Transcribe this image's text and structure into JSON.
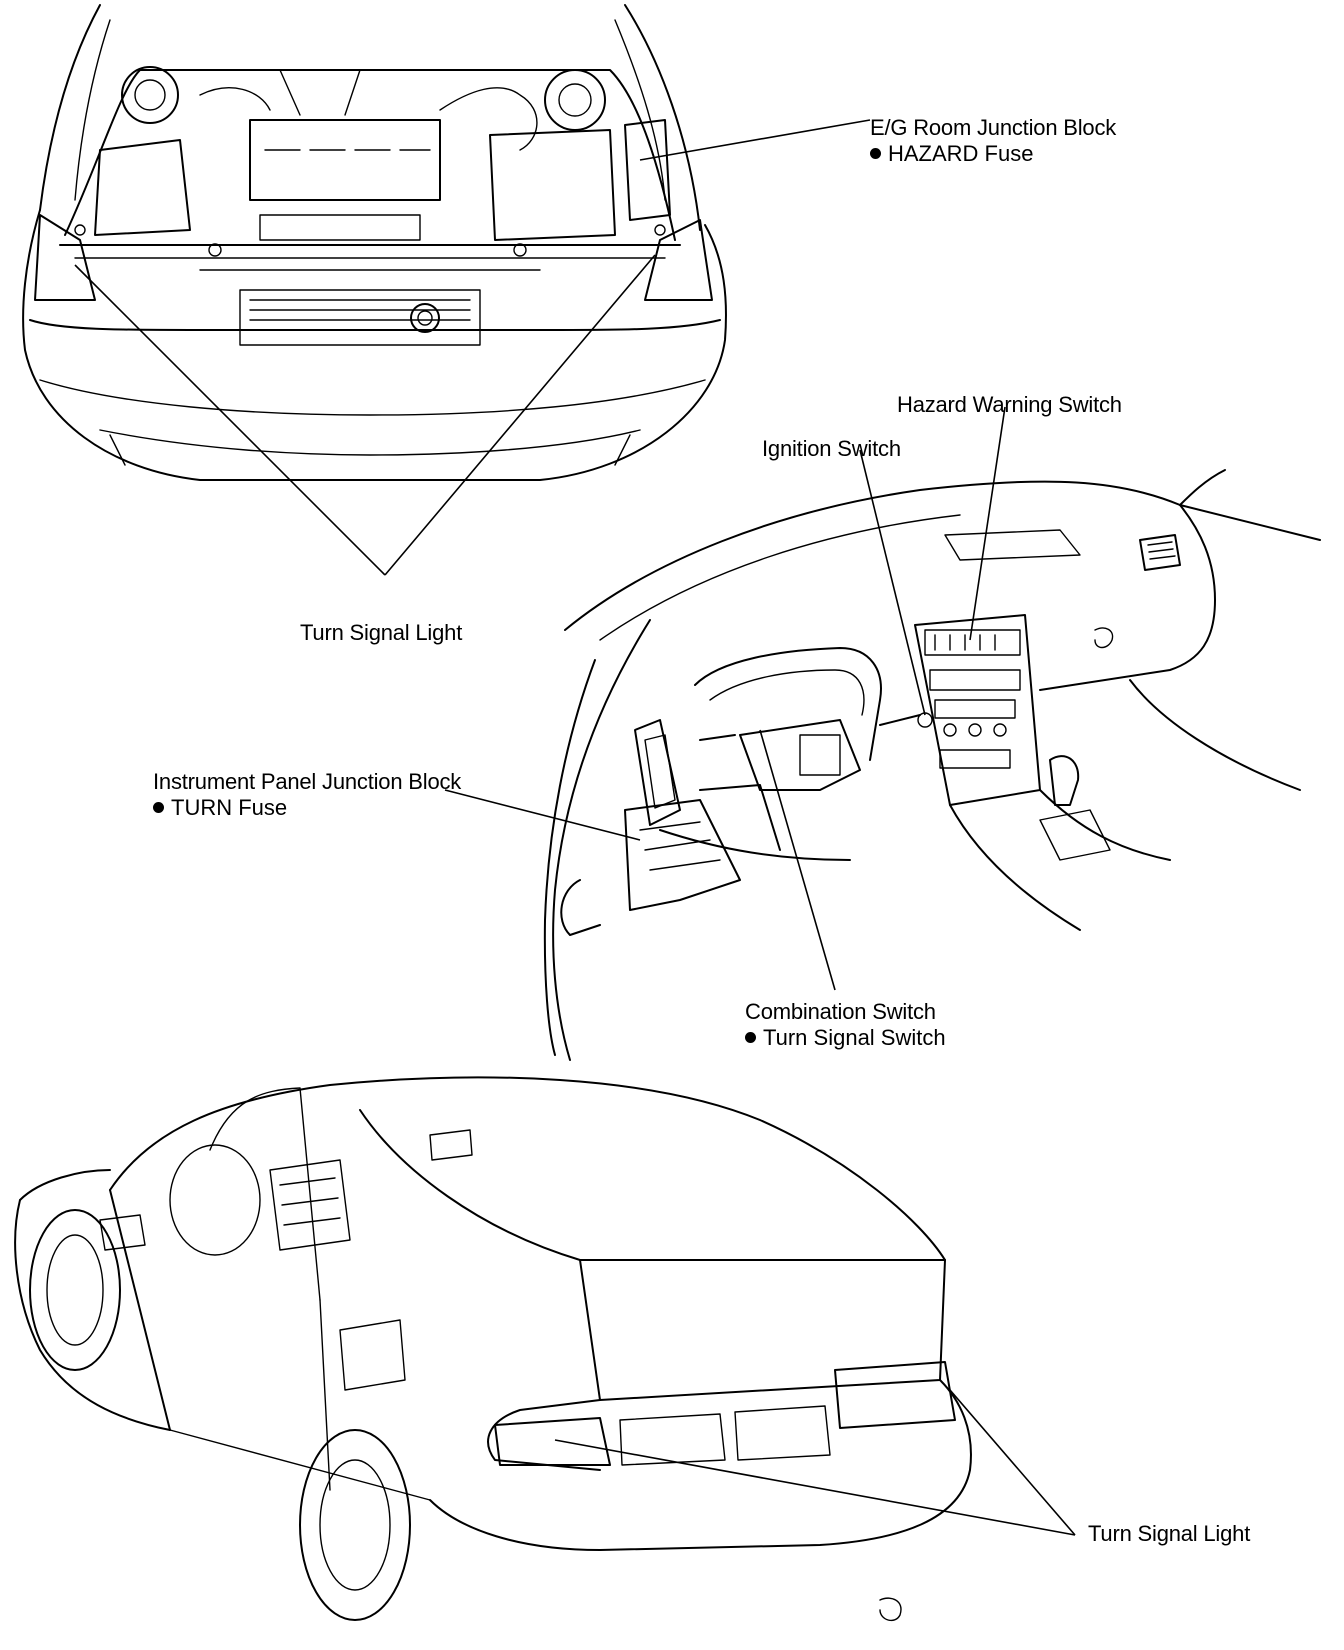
{
  "labels": {
    "eg_room_junction_block": "E/G Room Junction Block",
    "hazard_fuse": "HAZARD Fuse",
    "hazard_warning_switch": "Hazard Warning Switch",
    "ignition_switch": "Ignition Switch",
    "turn_signal_light_front": "Turn Signal Light",
    "instrument_panel_junction_block": "Instrument Panel Junction Block",
    "turn_fuse": "TURN Fuse",
    "combination_switch": "Combination Switch",
    "turn_signal_switch": "Turn Signal Switch",
    "turn_signal_light_rear": "Turn Signal Light"
  },
  "colors": {
    "line": "#000000",
    "background": "#ffffff"
  }
}
